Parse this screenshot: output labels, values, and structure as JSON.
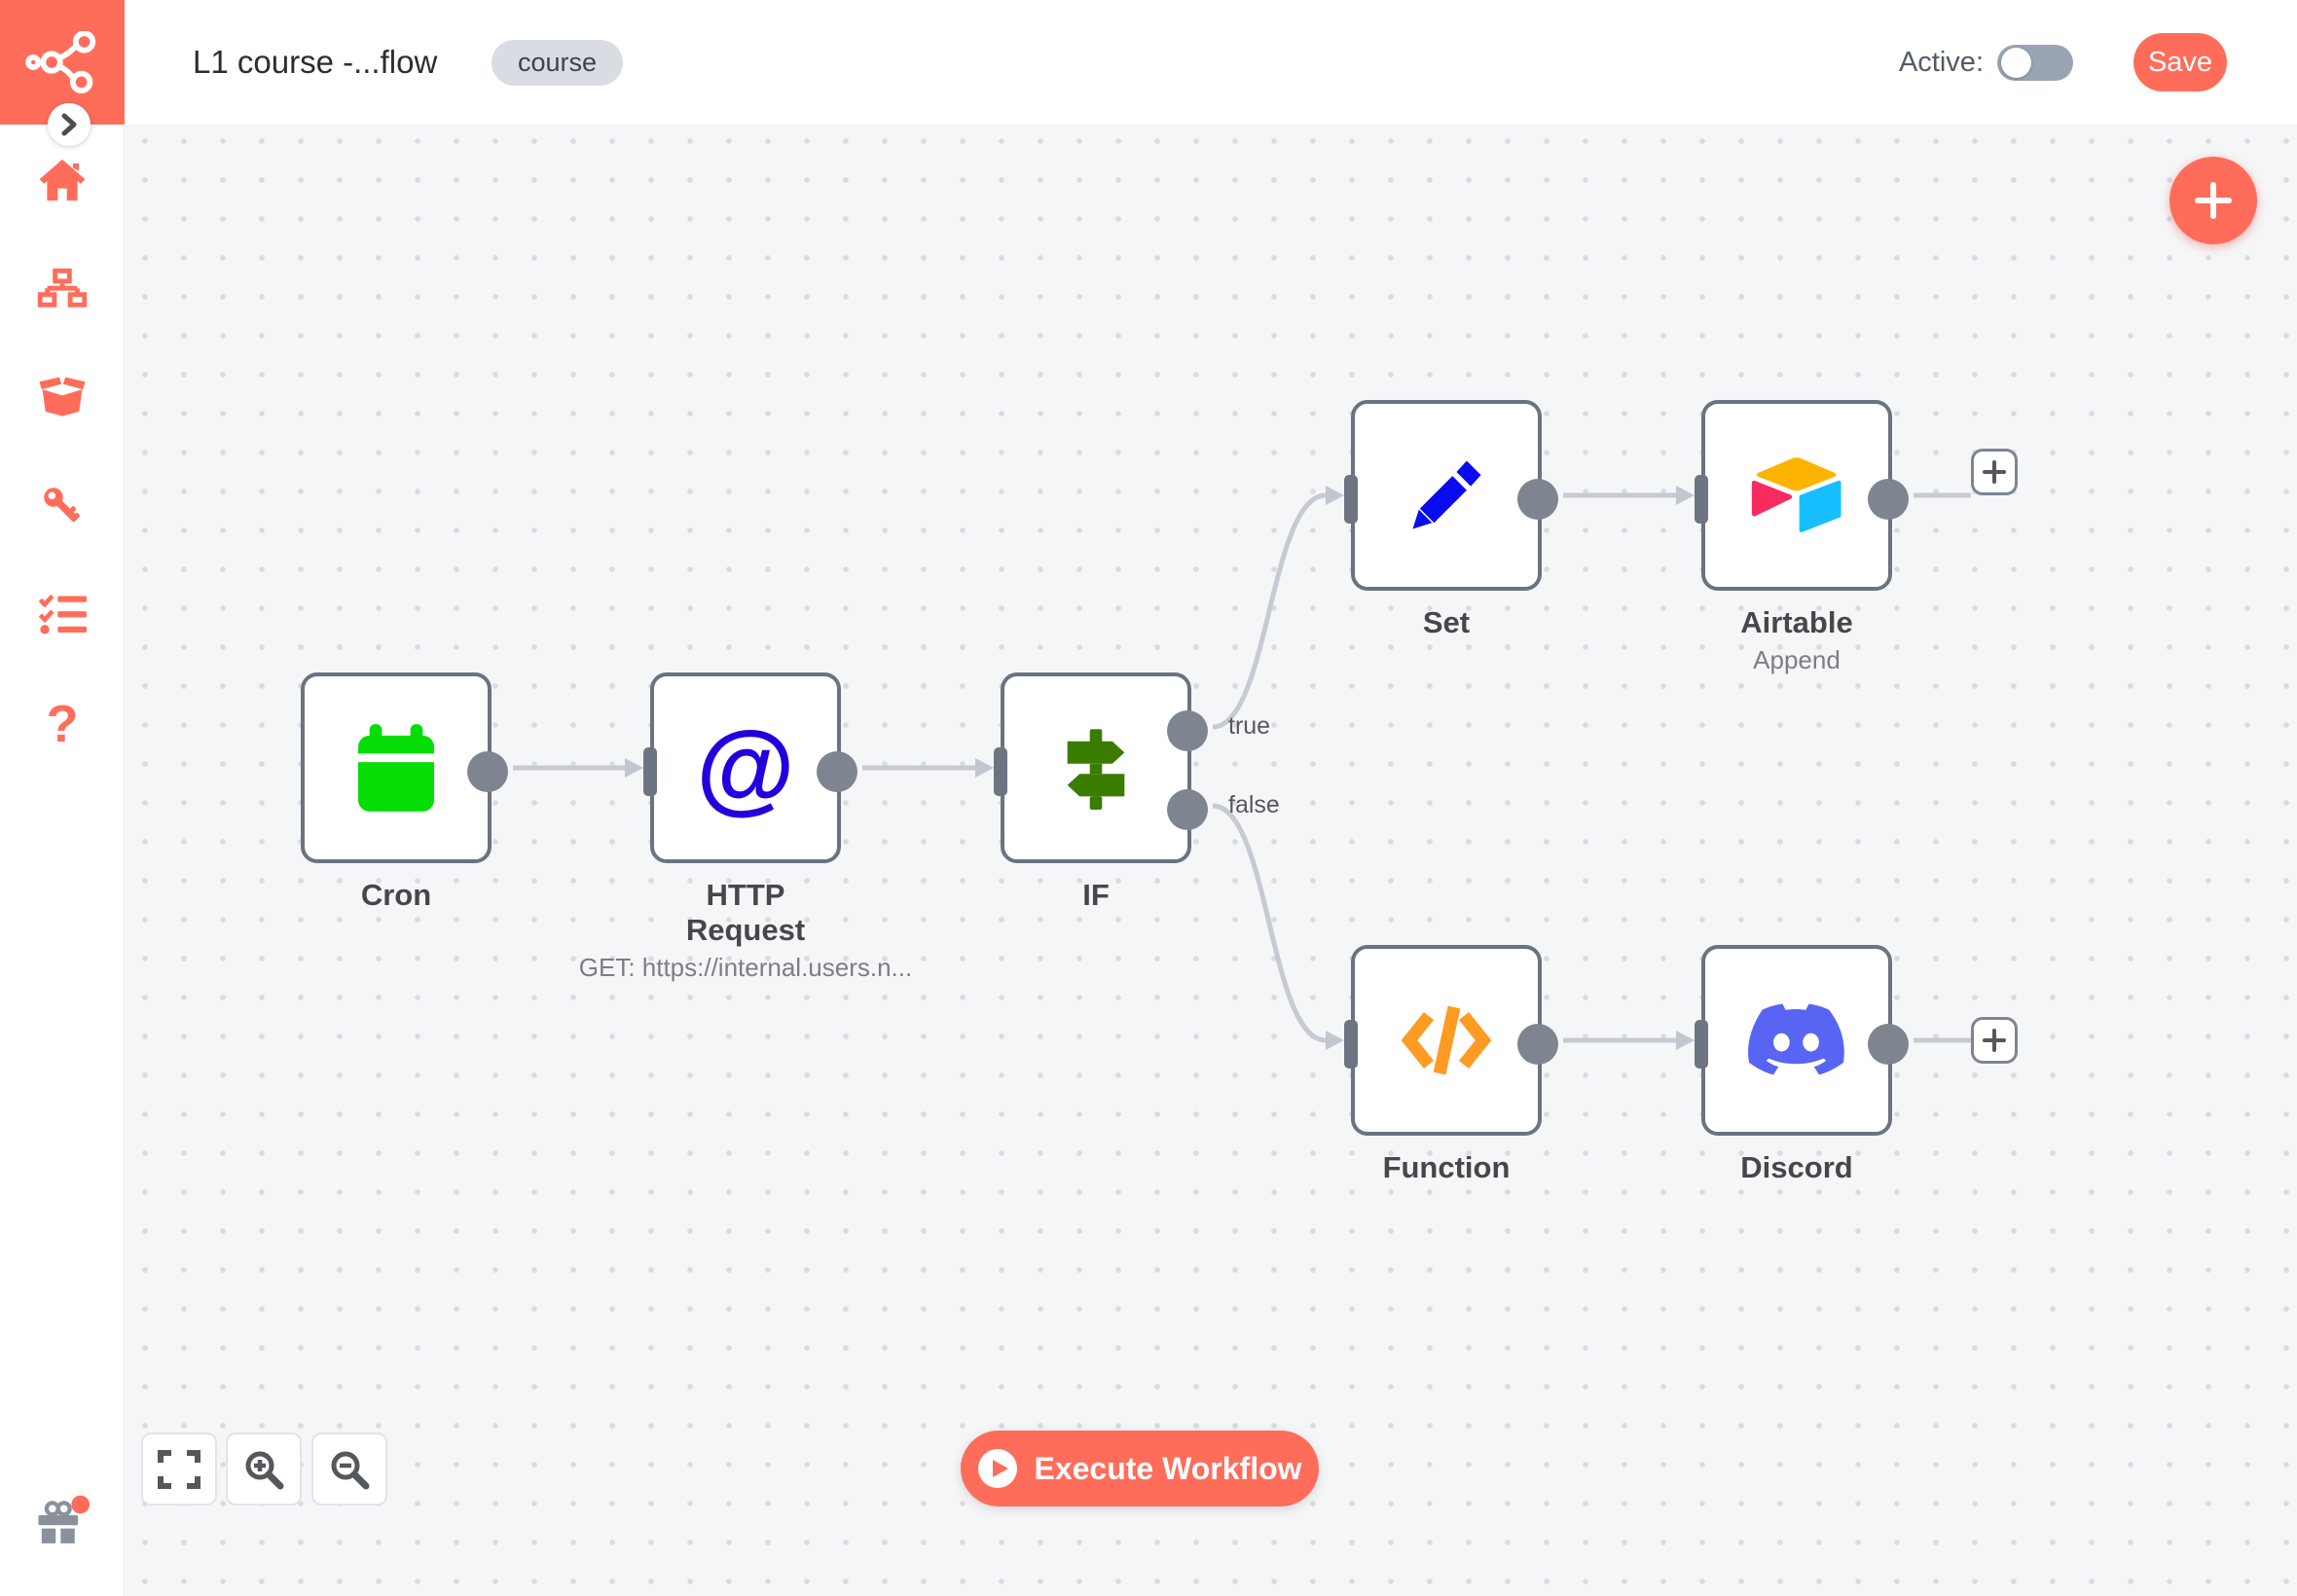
{
  "header": {
    "title": "L1 course -...flow",
    "badge": "course",
    "active_label": "Active:",
    "save_label": "Save"
  },
  "sidebar": {
    "icons": [
      "home-icon",
      "workflows-icon",
      "templates-icon",
      "credentials-icon",
      "executions-icon",
      "help-icon",
      "whats-new-gift-icon"
    ],
    "help_glyph": "?"
  },
  "canvas": {
    "nodes": [
      {
        "label": "Cron",
        "icon": "calendar-icon",
        "color": "#06dc06"
      },
      {
        "label": "HTTP Request",
        "subtitle": "GET: https://internal.users.n...",
        "icon": "at-sign-icon",
        "icon_glyph": "@",
        "color": "#2200dd"
      },
      {
        "label": "IF",
        "icon": "signpost-icon",
        "color": "#3a7c00",
        "outputs": {
          "true_label": "true",
          "false_label": "false"
        }
      },
      {
        "label": "Set",
        "icon": "pencil-icon",
        "color": "#0b0bef"
      },
      {
        "label": "Airtable",
        "subtitle": "Append",
        "icon": "airtable-logo-icon",
        "logo_colors": {
          "yellow": "#fcb400",
          "cyan": "#18bfff",
          "pink": "#f82b60"
        }
      },
      {
        "label": "Function",
        "icon": "code-icon",
        "color": "#ff9a22"
      },
      {
        "label": "Discord",
        "icon": "discord-logo-icon",
        "color": "#5865f2"
      }
    ],
    "plus_glyph": "+",
    "execute_label": "Execute Workflow"
  },
  "colors": {
    "accent": "#ff6d5a",
    "canvas_bg": "#f5f6f8",
    "node_border": "#6b7280",
    "connector": "#7e8591",
    "edge": "#c6cad2"
  }
}
